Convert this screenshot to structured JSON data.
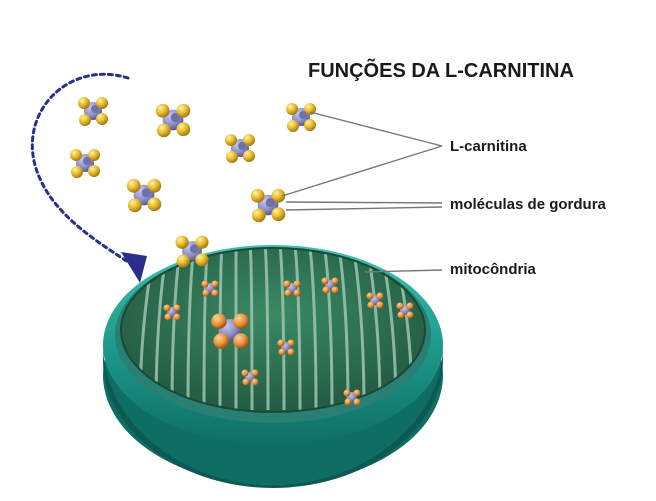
{
  "title": "FUNÇÕES DA L-CARNITINA",
  "labels": {
    "carnitine": "L-carnitina",
    "fat_molecules": "moléculas de gordura",
    "mitochondria": "mitocôndria"
  },
  "colors": {
    "background": "#ffffff",
    "mitochondria_outer": "#1e9c8e",
    "mitochondria_inner": "#2f6f52",
    "cristae": "#8fb8a6",
    "molecule_core": "#8a8cc4",
    "molecule_atom": "#e8b92a",
    "fat_atom": "#e8a23a",
    "arrow": "#2b2f8a",
    "leader_line": "#777777"
  },
  "icons": [
    "carnitine-molecule-icon",
    "fat-molecule-icon",
    "mitochondria-icon",
    "dashed-arrow-icon"
  ]
}
